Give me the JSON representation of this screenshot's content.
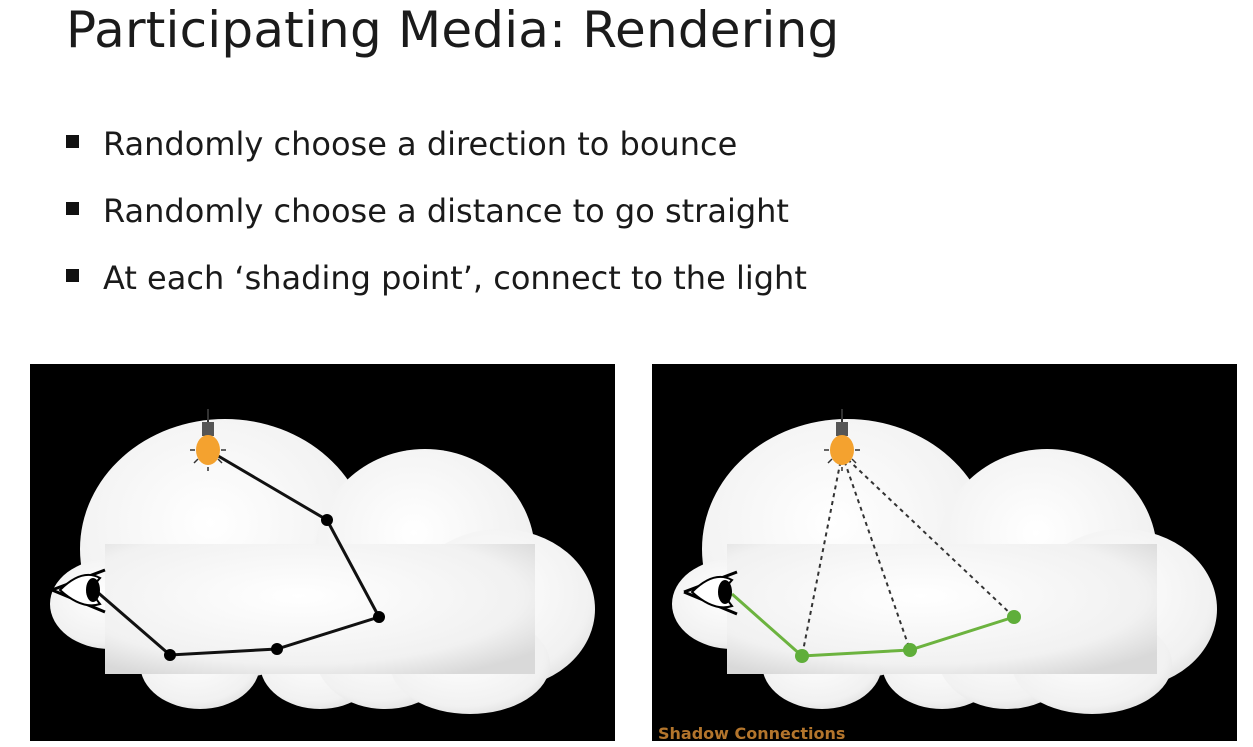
{
  "slide": {
    "title": "Participating Media: Rendering",
    "bullets": [
      "Randomly choose a direction to bounce",
      "Randomly choose a distance to go straight",
      "At each ‘shading point’, connect to the light"
    ]
  },
  "figures": {
    "right_caption": "Shadow Connections",
    "colors": {
      "background": "#000000",
      "cloud": "#f2f2f2",
      "path_left": "#111111",
      "path_right": "#6cb33f",
      "bulb": "#f4a22f",
      "shadow_line": "#333333",
      "caption": "#b3752c"
    },
    "icons": [
      "eye-icon",
      "light-bulb-icon"
    ]
  }
}
